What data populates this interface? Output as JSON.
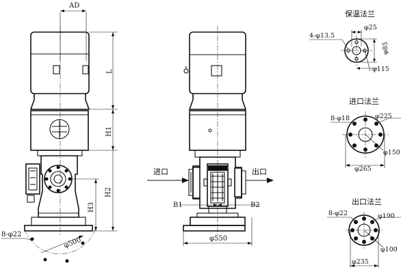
{
  "front_view": {
    "ad": "AD",
    "L": "L",
    "H1": "H1",
    "H2": "H2",
    "H3": "H3",
    "bolt_holes": "8-φ22",
    "base_circle": "φ500"
  },
  "side_view": {
    "inlet": "进口",
    "outlet": "出口",
    "b1": "B1",
    "b2": "B2",
    "base_width": "φ550"
  },
  "insulation_flange": {
    "title": "保温法兰",
    "holes": "4-φ13.5",
    "d_bore": "φ25",
    "d_outer": "φ85",
    "d_pitch": "φ115"
  },
  "inlet_flange": {
    "title": "进口法兰",
    "holes": "8-φ18",
    "d_outer": "φ225",
    "d_bore": "φ150",
    "d_pitch": "φ265"
  },
  "outlet_flange": {
    "title": "出口法兰",
    "holes": "8-φ22",
    "d_outer": "φ190",
    "d_bore": "φ100",
    "d_pitch": "φ235"
  }
}
